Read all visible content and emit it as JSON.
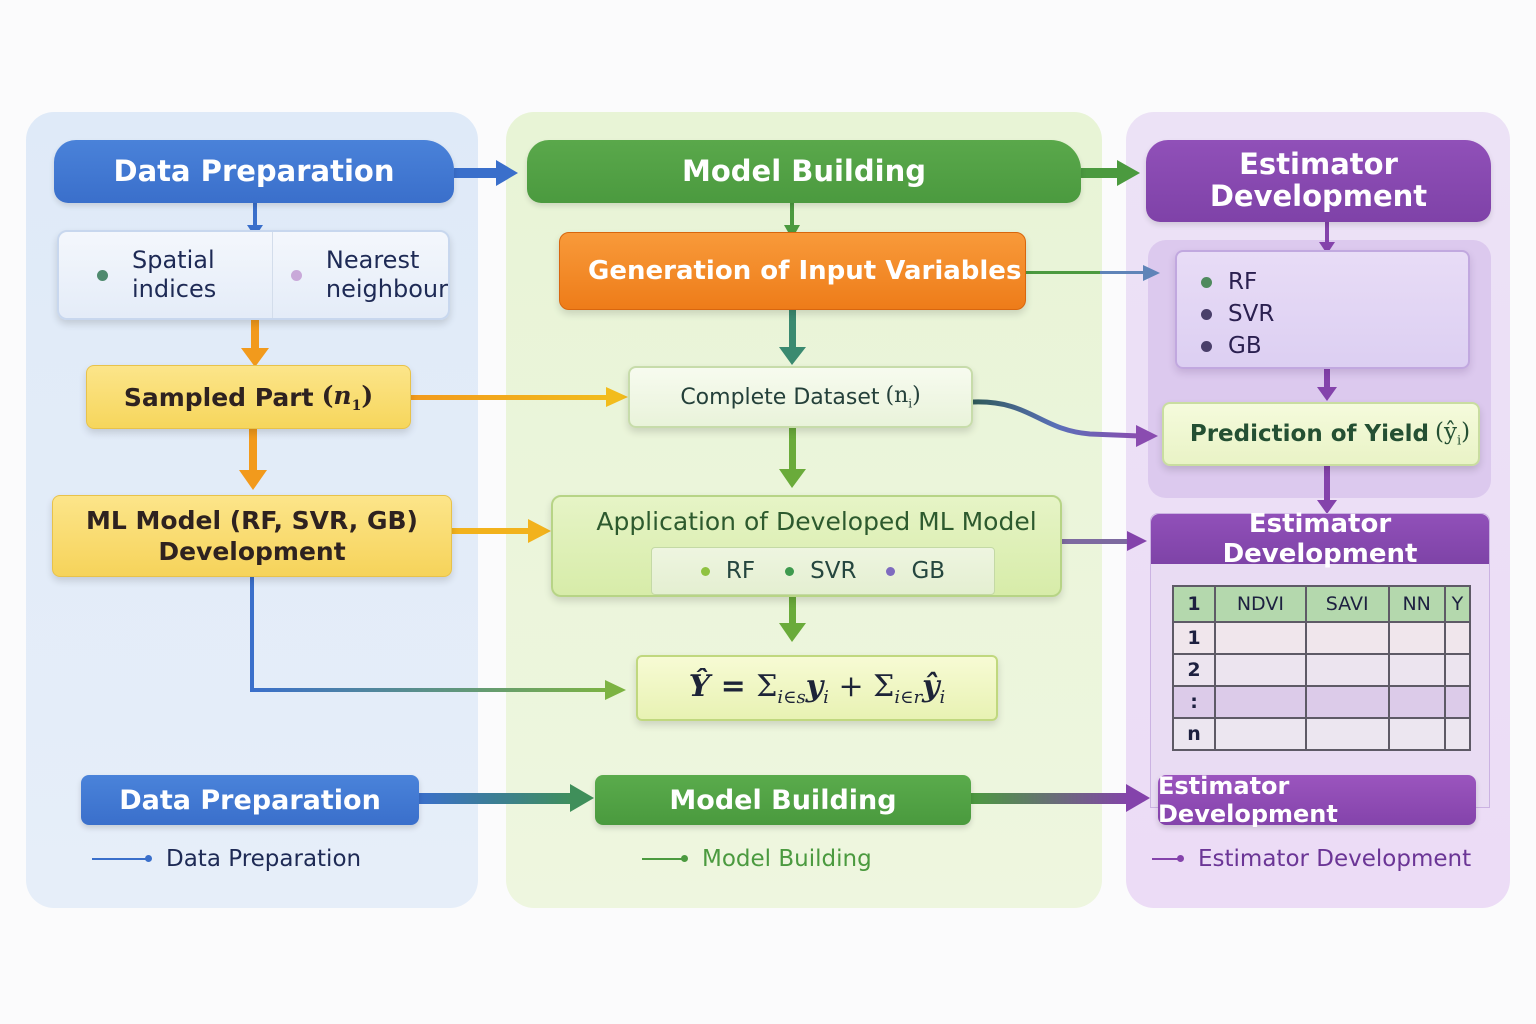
{
  "panels": {
    "data_preparation": {
      "header": "Data Preparation",
      "indices_box": {
        "left_item": "Spatial indices",
        "left_item_lines": [
          "Spatial",
          "indices"
        ],
        "right_item_lines": [
          "Nearest",
          "neighbour"
        ],
        "left_dot_color": "#4f8a6e",
        "right_dot_color": "#c9a9d9"
      },
      "sampled_part": "Sampled Part",
      "sampled_part_symbol": "n",
      "sampled_part_subscript": "1",
      "ml_model_lines": [
        "ML Model (RF, SVR, GB)",
        "Development"
      ]
    },
    "model_building": {
      "header": "Model Building",
      "generation_box": "Generation of Input Variables",
      "complete_dataset": "Complete Dataset",
      "complete_dataset_symbol": "(n",
      "complete_dataset_subscript": "i",
      "complete_dataset_close": ")",
      "application_title": "Application of Developed ML Model",
      "application_models": [
        {
          "label": "RF",
          "dot_color": "#8fc240"
        },
        {
          "label": "SVR",
          "dot_color": "#3e9a4e"
        },
        {
          "label": "GB",
          "dot_color": "#7e6bbf"
        }
      ],
      "formula": "Ŷ = Σᵢ∈ₛ yᵢ + Σᵢ∈ᵣ ŷᵢ",
      "formula_parts": {
        "lhs": "Ŷ",
        "eq": " = ",
        "sum1": "Σ",
        "sub1": "i∈s",
        "term1": "y",
        "term1_sub": "i",
        "plus": " + ",
        "sum2": "Σ",
        "sub2": "i∈r",
        "term2": "ŷ",
        "term2_sub": "i"
      }
    },
    "estimator_development": {
      "header_lines": [
        "Estimator",
        "Development"
      ],
      "model_list": [
        {
          "label": "RF",
          "dot_color": "#4f8a5e"
        },
        {
          "label": "SVR",
          "dot_color": "#4a3f6a"
        },
        {
          "label": "GB",
          "dot_color": "#4a3f6a"
        }
      ],
      "prediction": "Prediction of Yield",
      "prediction_symbol": "(ŷ",
      "prediction_subscript": "i",
      "prediction_close": ")",
      "table_title": "Estimator Development",
      "table": {
        "headers": [
          "1",
          "NDVI",
          "SAVI",
          "NN",
          "Y"
        ],
        "row_labels": [
          "1",
          "2",
          ":",
          "n"
        ]
      }
    }
  },
  "bottom_row": {
    "data_preparation": "Data Preparation",
    "model_building": "Model Building",
    "estimator_development": "Estimator Development"
  },
  "legend": {
    "data_preparation": "Data Preparation",
    "model_building": "Model Building",
    "estimator_development": "Estimator Development"
  },
  "colors": {
    "blue": "#3a6fcb",
    "green": "#4b9a3f",
    "purple": "#8443ab",
    "orange": "#ee7c19",
    "yellow": "#f6d65c"
  }
}
